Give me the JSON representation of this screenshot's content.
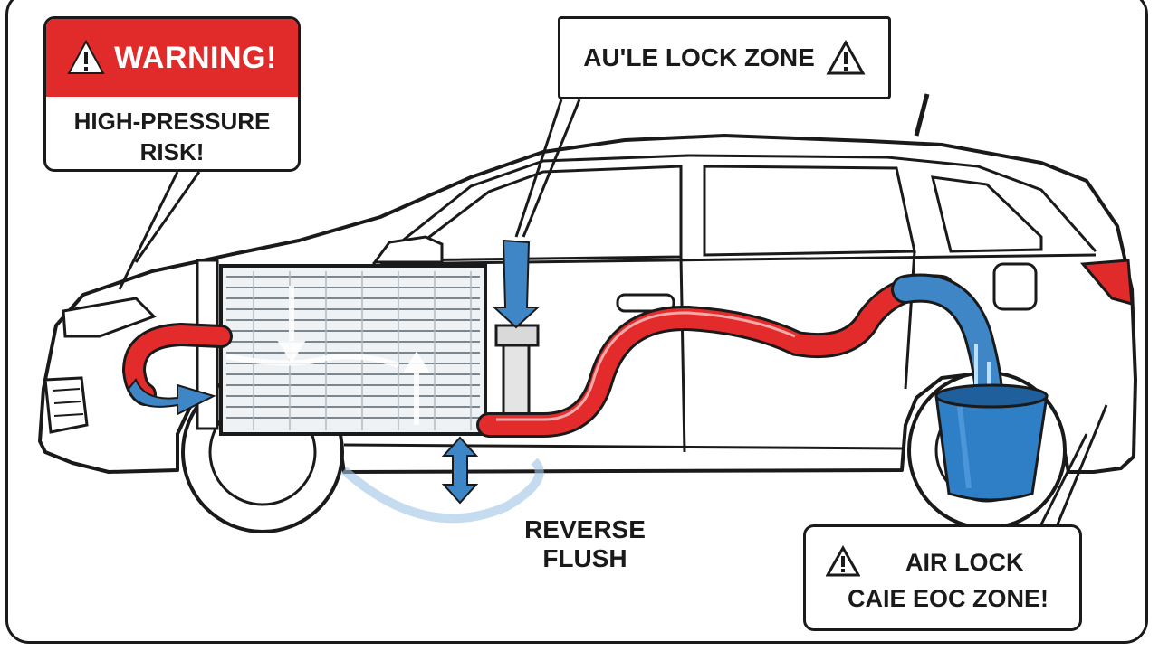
{
  "callouts": {
    "warning": {
      "title": "WARNING!",
      "line1": "HIGH-PRESSURE",
      "line2": "RISK!"
    },
    "airlock_top": {
      "text": "AU'LE LOCK ZONE"
    },
    "airlock_bottom": {
      "line1": "AIR LOCK",
      "line2": "CAIE EOC ZONE!"
    },
    "reverse_flush": {
      "line1": "REVERSE",
      "line2": "FLUSH"
    }
  },
  "icons": {
    "warning": "warning-triangle-icon",
    "hazard": "hazard-triangle-icon"
  },
  "colors": {
    "warning_red": "#e12b2b",
    "hot_hose": "#e32b2b",
    "cool_flow": "#3f86c6",
    "outline": "#1a1a1a"
  }
}
